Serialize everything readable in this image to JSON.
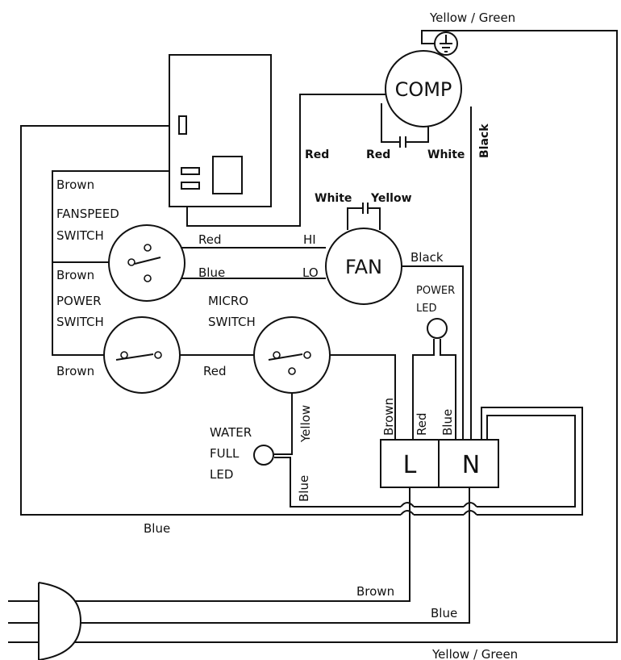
{
  "labels": {
    "comp": "COMP",
    "fan": "FAN",
    "terminal_l": "L",
    "terminal_n": "N",
    "yellow_green_top": "Yellow / Green",
    "yellow_green_bottom": "Yellow / Green",
    "black_comp": "Black",
    "red_comp_left": "Red",
    "red_comp_cap": "Red",
    "white_comp_cap": "White",
    "white_fan_cap": "White",
    "yellow_fan_cap": "Yellow",
    "brown_top": "Brown",
    "fanspeed_line1": "FANSPEED",
    "fanspeed_line2": "SWITCH",
    "red_hi": "Red",
    "hi": "HI",
    "brown_fan": "Brown",
    "blue_lo": "Blue",
    "lo": "LO",
    "black_fan": "Black",
    "power_led_line1": "POWER",
    "power_led_line2": "LED",
    "power_switch_line1": "POWER",
    "power_switch_line2": "SWITCH",
    "micro_switch_line1": "MICRO",
    "micro_switch_line2": "SWITCH",
    "brown_power": "Brown",
    "red_micro": "Red",
    "yellow_micro": "Yellow",
    "brown_vertical": "Brown",
    "red_vertical": "Red",
    "blue_vertical": "Blue",
    "water_full_line1": "WATER",
    "water_full_line2": "FULL",
    "water_full_line3": "LED",
    "blue_water": "Blue",
    "blue_bottom": "Blue",
    "brown_plug": "Brown",
    "blue_plug": "Blue"
  }
}
